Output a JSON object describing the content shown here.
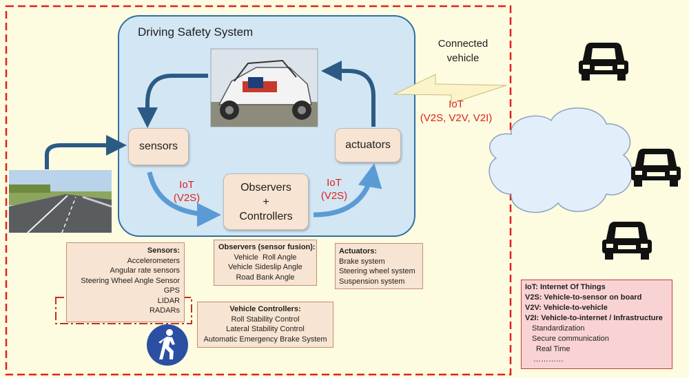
{
  "system": {
    "title": "Driving Safety System"
  },
  "nodes": {
    "sensors": "sensors",
    "actuators": "actuators",
    "observers_line1": "Observers",
    "observers_line2": "+",
    "observers_line3": "Controllers"
  },
  "iot_labels": {
    "left_line1": "IoT",
    "left_line2": "(V2S)",
    "right_line1": "IoT",
    "right_line2": "(V2S)",
    "connected_line1": "Connected",
    "connected_line2": "vehicle",
    "external_line1": "IoT",
    "external_line2": "(V2S, V2V, V2I)"
  },
  "sensors_box": {
    "title": "Sensors:",
    "items": [
      "Accelerometers",
      "Angular rate sensors",
      "Steering Wheel Angle Sensor",
      "GPS",
      "LIDAR",
      "RADARs"
    ]
  },
  "observers_box": {
    "title": "Observers (sensor fusion):",
    "items": [
      "Vehicle  Roll Angle",
      "Vehicle Sideslip Angle",
      "Road Bank Angle"
    ]
  },
  "actuators_box": {
    "title": "Actuators:",
    "items": [
      "Brake system",
      "Steering wheel system",
      "Suspension system"
    ]
  },
  "controllers_box": {
    "title": "Vehicle Controllers:",
    "items": [
      "Roll Stability Control",
      "Lateral Stability Control",
      "Automatic Emergency Brake System"
    ]
  },
  "legend_box": {
    "lines": [
      {
        "text": "IoT: Internet Of Things",
        "bold": true
      },
      {
        "text": "V2S: Vehicle-to-sensor on board",
        "bold": true
      },
      {
        "text": "V2V: Vehicle-to-vehicle",
        "bold": true
      },
      {
        "text": "V2I: Vehicle-to-internet / Infrastructure",
        "bold": true
      },
      {
        "text": "Standardization",
        "bold": false
      },
      {
        "text": "Secure communication",
        "bold": false
      },
      {
        "text": "Real Time",
        "bold": false
      },
      {
        "text": "…………",
        "bold": false
      }
    ]
  },
  "colors": {
    "background": "#fdfbe0",
    "dashed_border": "#e0201c",
    "system_panel": "#d3e6f3",
    "system_border": "#2f6fa3",
    "arrow_dark": "#2b5b85",
    "arrow_light": "#5b9bd5",
    "iot_text": "#e0201c",
    "box_fill": "#f7e4d2",
    "legend_fill": "#f9d3d3",
    "icon_blue": "#2a4fa3"
  }
}
